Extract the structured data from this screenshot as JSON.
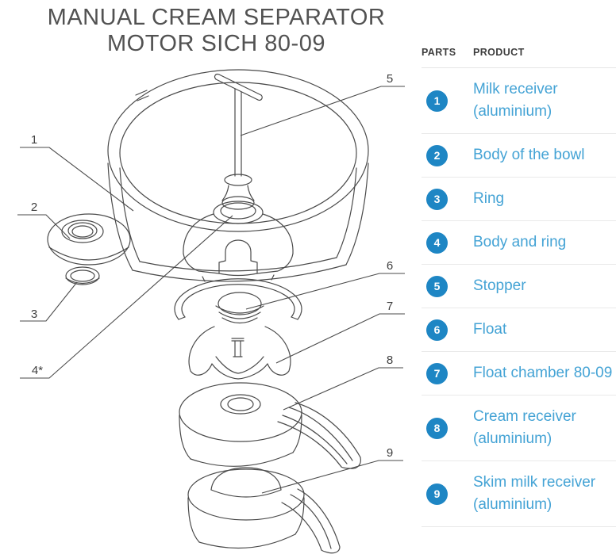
{
  "title": {
    "line1": "MANUAL CREAM SEPARATOR",
    "line2": "MOTOR SICH 80-09"
  },
  "colors": {
    "badge_blue": "#1e86c4",
    "link_blue": "#44a3d5",
    "diagram_line_gray": "#4a4a4a",
    "separator_gray": "#e9e9e9"
  },
  "diagram": {
    "callouts": [
      {
        "label": "1"
      },
      {
        "label": "2"
      },
      {
        "label": "3"
      },
      {
        "label": "4*"
      },
      {
        "label": "5"
      },
      {
        "label": "6"
      },
      {
        "label": "7"
      },
      {
        "label": "8"
      },
      {
        "label": "9"
      }
    ]
  },
  "parts_table": {
    "headers": {
      "parts": "PARTS",
      "product": "PRODUCT"
    },
    "rows": [
      {
        "num": "1",
        "product": "Milk receiver (aluminium)"
      },
      {
        "num": "2",
        "product": "Body of the bowl"
      },
      {
        "num": "3",
        "product": "Ring"
      },
      {
        "num": "4",
        "product": "Body and ring"
      },
      {
        "num": "5",
        "product": "Stopper"
      },
      {
        "num": "6",
        "product": "Float"
      },
      {
        "num": "7",
        "product": "Float chamber 80-09"
      },
      {
        "num": "8",
        "product": "Cream receiver (aluminium)"
      },
      {
        "num": "9",
        "product": "Skim milk receiver (aluminium)"
      }
    ]
  }
}
